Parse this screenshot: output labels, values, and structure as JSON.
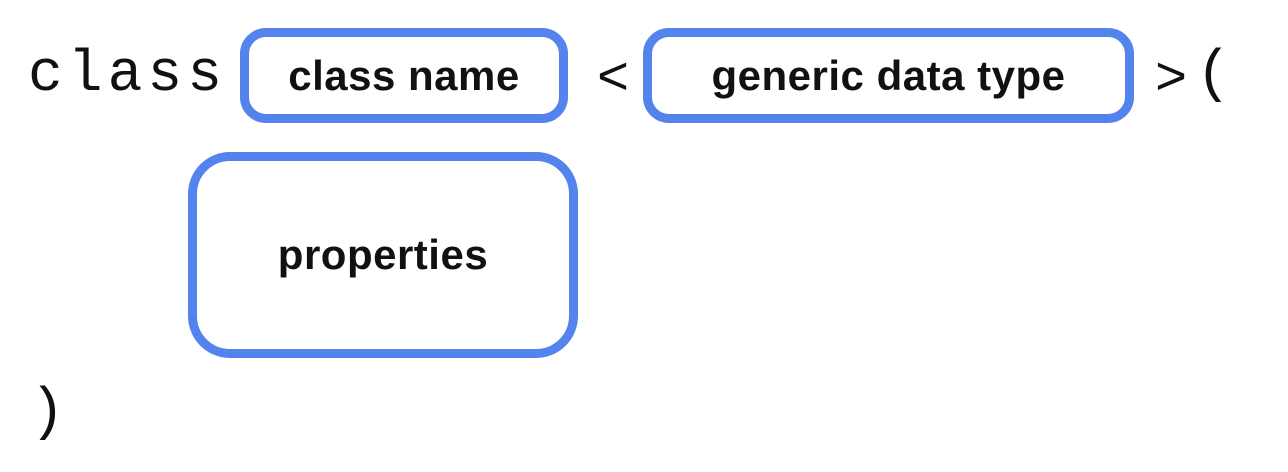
{
  "diagram": {
    "title_hint": "class declaration syntax diagram",
    "background_color": "#ffffff",
    "accent_color": "#5383EC",
    "text_color": "#111111",
    "keyword": "class",
    "open_angle": "<",
    "close_angle": ">",
    "open_paren": "(",
    "close_paren": ")",
    "boxes": {
      "class_name": "class name",
      "generic_type": "generic data type",
      "properties": "properties"
    }
  }
}
